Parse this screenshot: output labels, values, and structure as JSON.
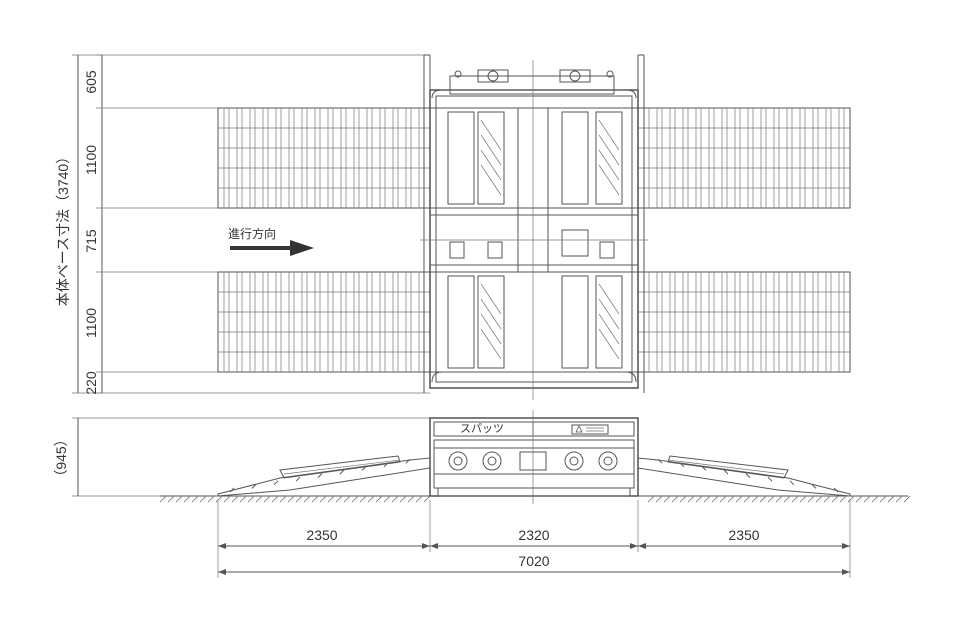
{
  "labels": {
    "direction": "進行方向",
    "base_dimension": "本体ベース寸法",
    "base_total": "（3740）",
    "spats": "スパッツ",
    "height": "（945）"
  },
  "vertical_dims": [
    "605",
    "1100",
    "715",
    "1100",
    "220"
  ],
  "horizontal_dims": [
    "2350",
    "2320",
    "2350"
  ],
  "overall_width": "7020",
  "colors": {
    "line": "#555555",
    "text": "#333333",
    "arrow": "#333333"
  }
}
